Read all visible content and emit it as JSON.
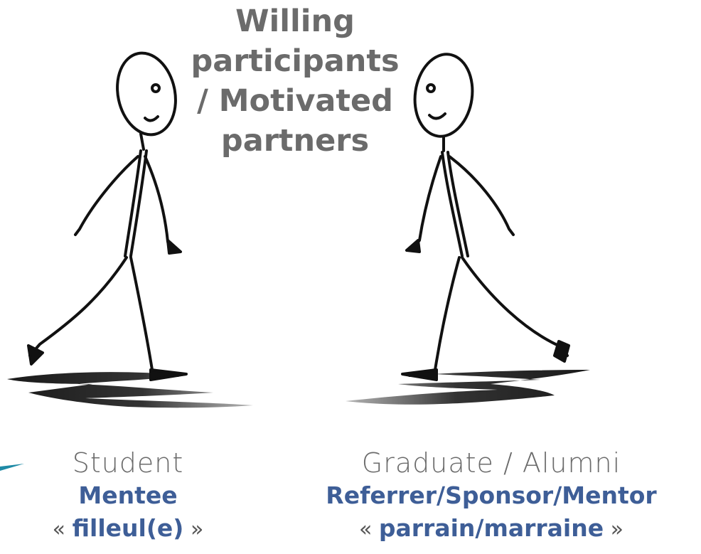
{
  "title_lines": [
    "Willing",
    "participants",
    "/ Motivated",
    "partners"
  ],
  "left": {
    "role": "Student",
    "name": "Mentee",
    "quote_open": "«",
    "quote_word": "filleul(e)",
    "quote_close": "»"
  },
  "right": {
    "role": "Graduate / Alumni",
    "name": "Referrer/Sponsor/Mentor",
    "quote_open": "«",
    "quote_word": "parrain/marraine",
    "quote_close": "»"
  },
  "colors": {
    "title": "#6b6b6b",
    "accent": "#3e5e97",
    "arrow": "#1f8aa6",
    "ink": "#111111"
  }
}
